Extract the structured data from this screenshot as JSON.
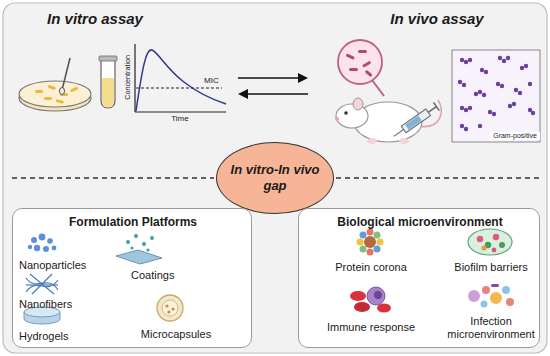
{
  "diagram": {
    "nodes": [
      {
        "text": [
          "In vitro-In vivo gap"
        ]
      },
      {
        "text": [
          "Formulation Platforms",
          "Nanoparticles",
          "Nanofibers",
          "Hydrogels",
          "Coatings",
          "Microcapsules"
        ]
      },
      {
        "text": [
          "Biological microenvironment",
          "Protein corona",
          "Biofilm barriers",
          "Immune response",
          "Infection microenvironment"
        ]
      }
    ],
    "labels": [
      "In vitro assay",
      "Concentration",
      "Time",
      "MIC",
      "In vivo assay",
      "Gram-positive"
    ]
  }
}
